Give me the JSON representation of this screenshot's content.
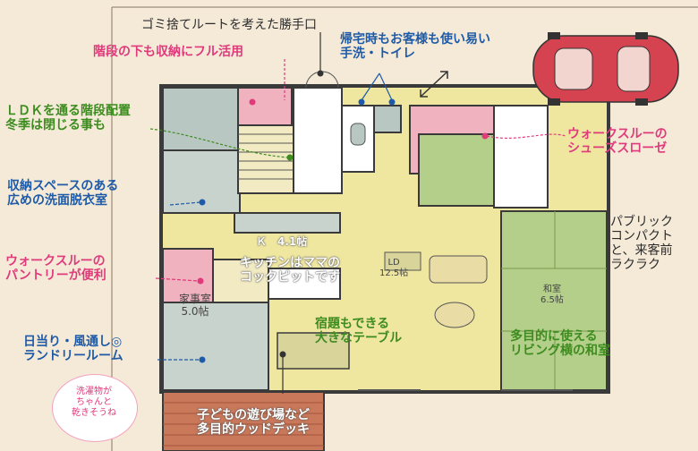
{
  "annotations": {
    "garbage_route": "ゴミ捨てルートを考えた勝手口",
    "under_stairs": "階段の下も収納にフル活用",
    "washroom_entry": "帰宅時もお客様も使い易い\n手洗・トイレ",
    "ldk_stairs": "ＬＤＫを通る階段配置\n冬季は閉じる事も",
    "shoes_closet": "ウォークスルーの\nシューズスローゼ",
    "dressing_room": "収納スペースのある\n広めの洗面脱衣室",
    "public_compact": "パブリック\nコンパクト\nと、来客前\nラクラク",
    "pantry": "ウォークスルーの\nパントリーが便利",
    "kitchen": "キッチンはママの\nコックピットです",
    "big_table": "宿題もできる\n大きなテーブル",
    "laundry": "日当り・風通し◎\nランドリールーム",
    "japanese_room_use": "多目的に使える\nリビング横の和室",
    "wood_deck": "子どもの遊び場など\n多目的ウッドデッキ",
    "bubble_note": "洗濯物が\nちゃんと\n乾きそうね"
  },
  "rooms": {
    "kitchen": "Ｋ　4.1帖",
    "ld": "LD\n12.5帖",
    "housework": "家事室\n5.0帖",
    "washitsu": "和室\n6.5帖"
  },
  "colors": {
    "pink": "#e03a7c",
    "blue": "#1e5aa8",
    "green": "#3d8c1f",
    "pink_fill": "#efb2be",
    "green_fill": "#b4cf8a",
    "gray_fill": "#b9c7c2",
    "yellow_fill": "#efe6a0",
    "deck_fill": "#c9785a",
    "car": "#d4434f"
  }
}
